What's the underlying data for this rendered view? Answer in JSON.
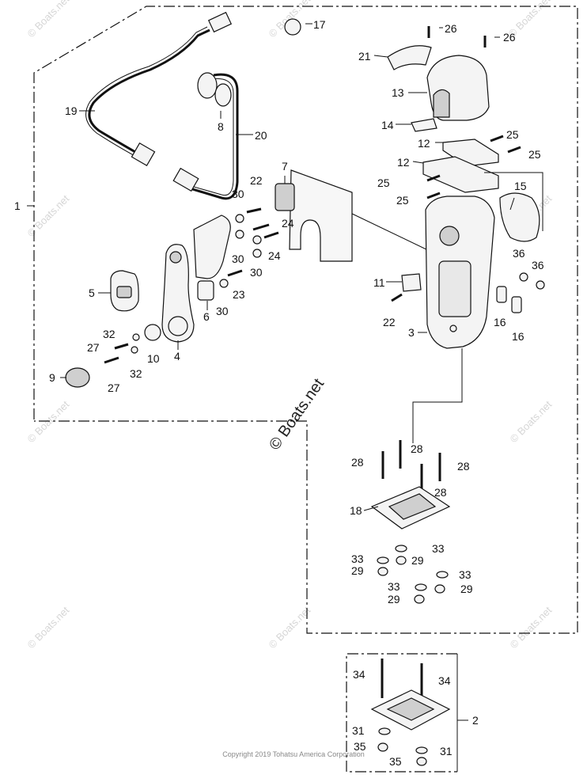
{
  "watermark": "© Boats.net",
  "main_watermark": "© Boats.net",
  "copyright": "Copyright 2019 Tohatsu America Corporation",
  "callouts": {
    "c1": "1",
    "c2": "2",
    "c3": "3",
    "c4": "4",
    "c5": "5",
    "c6": "6",
    "c7": "7",
    "c8": "8",
    "c9": "9",
    "c10": "10",
    "c11": "11",
    "c12a": "12",
    "c12b": "12",
    "c13": "13",
    "c14": "14",
    "c15": "15",
    "c16a": "16",
    "c16b": "16",
    "c17": "17",
    "c18": "18",
    "c19": "19",
    "c20": "20",
    "c21": "21",
    "c22a": "22",
    "c22b": "22",
    "c23": "23",
    "c24a": "24",
    "c24b": "24",
    "c25a": "25",
    "c25b": "25",
    "c25c": "25",
    "c25d": "25",
    "c26a": "26",
    "c26b": "26",
    "c27a": "27",
    "c27b": "27",
    "c28a": "28",
    "c28b": "28",
    "c28c": "28",
    "c28d": "28",
    "c29a": "29",
    "c29b": "29",
    "c29c": "29",
    "c29d": "29",
    "c30a": "30",
    "c30b": "30",
    "c30c": "30",
    "c30d": "30",
    "c31a": "31",
    "c31b": "31",
    "c32a": "32",
    "c32b": "32",
    "c33a": "33",
    "c33b": "33",
    "c33c": "33",
    "c33d": "33",
    "c34a": "34",
    "c34b": "34",
    "c35a": "35",
    "c35b": "35",
    "c36a": "36",
    "c36b": "36"
  }
}
